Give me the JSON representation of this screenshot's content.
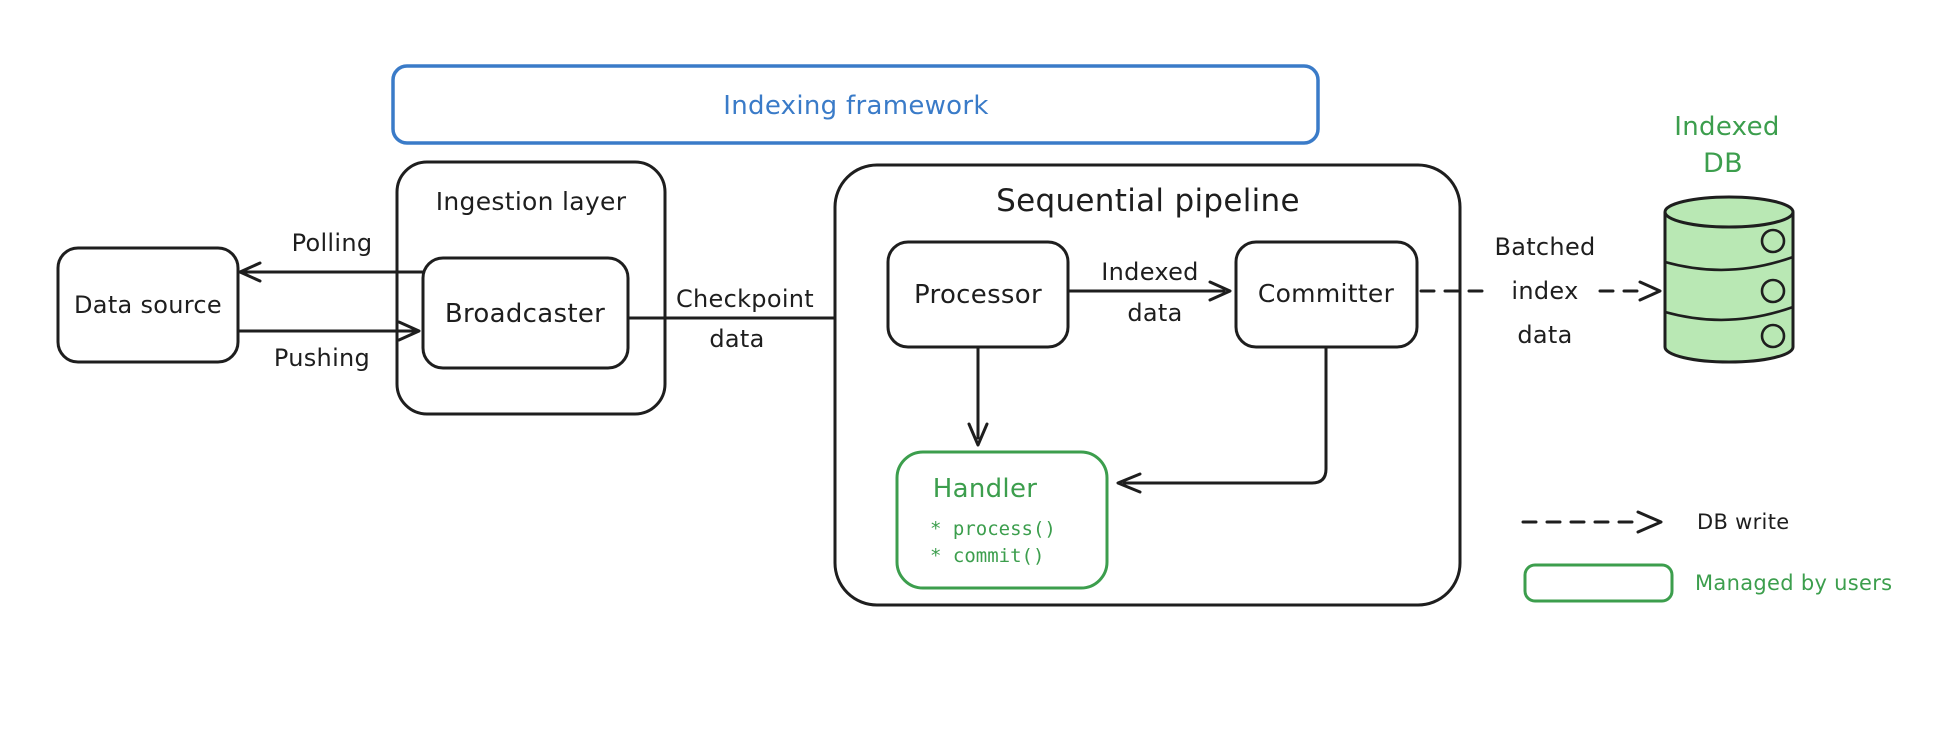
{
  "diagram": {
    "frame": {
      "title": "Indexing framework"
    },
    "nodes": {
      "data_source": {
        "label": "Data source"
      },
      "ingestion": {
        "label": "Ingestion layer"
      },
      "broadcaster": {
        "label": "Broadcaster"
      },
      "pipeline": {
        "label": "Sequential pipeline"
      },
      "processor": {
        "label": "Processor"
      },
      "committer": {
        "label": "Committer"
      },
      "handler": {
        "label": "Handler",
        "methods": [
          "* process()",
          "* commit()"
        ]
      },
      "indexed_db": {
        "label_line1": "Indexed",
        "label_line2": "DB"
      }
    },
    "edges": {
      "polling": {
        "label": "Polling"
      },
      "pushing": {
        "label": "Pushing"
      },
      "checkpoint": {
        "line1": "Checkpoint",
        "line2": "data"
      },
      "indexed": {
        "line1": "Indexed",
        "line2": "data"
      },
      "batched": {
        "line1": "Batched",
        "line2": "index",
        "line3": "data"
      }
    },
    "legend": {
      "db_write": "DB write",
      "managed_by_users": "Managed by users"
    },
    "colors": {
      "ink": "#1e1e1e",
      "blue": "#3a7bc8",
      "green": "#3c9e4d",
      "green_fill": "#b9e8b4"
    }
  }
}
